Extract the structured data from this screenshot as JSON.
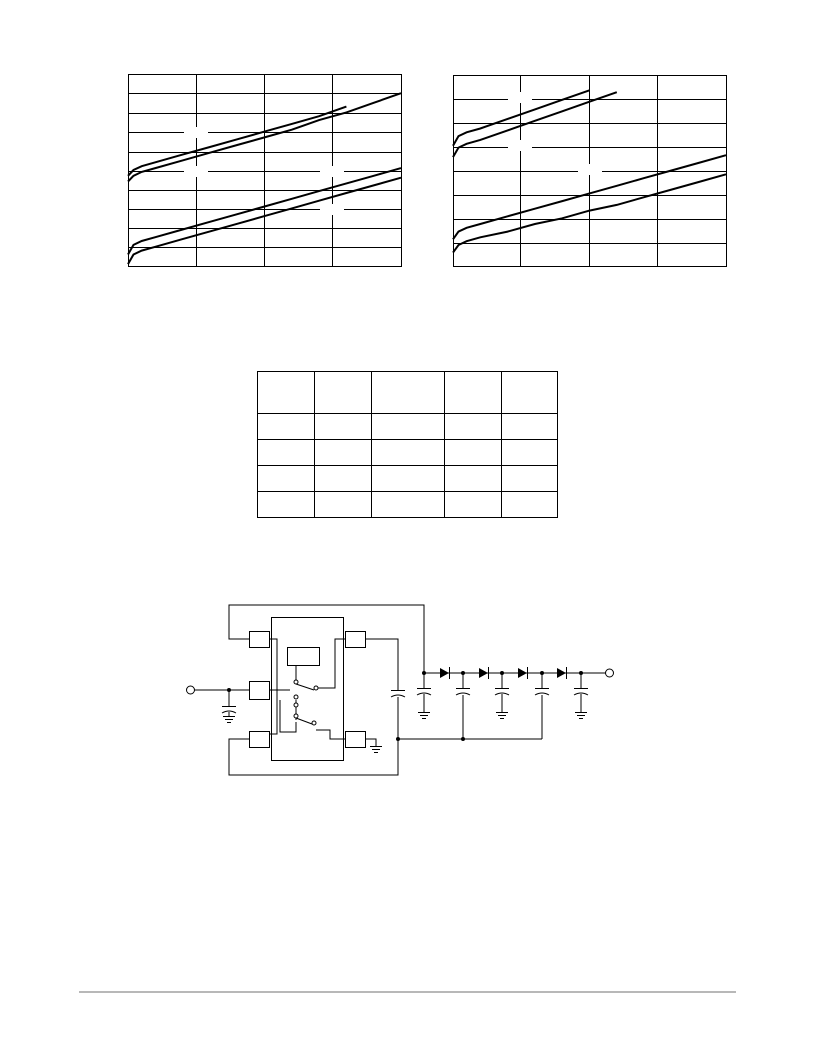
{
  "chart_data": [
    {
      "type": "line",
      "title": "",
      "xlabel": "",
      "ylabel": "",
      "x": [
        0,
        0.02,
        0.05,
        0.1,
        0.2,
        0.3,
        0.4,
        0.5,
        0.6,
        0.7,
        0.8,
        0.9,
        1.0
      ],
      "xlim": [
        0,
        1
      ],
      "ylim": [
        0,
        1
      ],
      "grid": true,
      "series": [
        {
          "values": [
            0.47,
            0.5,
            0.52,
            0.54,
            0.58,
            0.62,
            0.66,
            0.7,
            0.74,
            0.78,
            0.83,
            null,
            null
          ]
        },
        {
          "values": [
            0.44,
            0.47,
            0.49,
            0.51,
            0.55,
            0.59,
            0.63,
            0.67,
            0.71,
            0.76,
            0.8,
            0.85,
            0.9
          ]
        },
        {
          "values": [
            0.06,
            0.11,
            0.13,
            0.15,
            0.19,
            0.23,
            0.27,
            0.31,
            0.35,
            0.39,
            0.43,
            0.47,
            0.51
          ]
        },
        {
          "values": [
            0.01,
            0.06,
            0.08,
            0.1,
            0.14,
            0.18,
            0.22,
            0.26,
            0.3,
            0.34,
            0.38,
            0.42,
            0.46
          ]
        }
      ]
    },
    {
      "type": "line",
      "title": "",
      "xlabel": "",
      "ylabel": "",
      "x": [
        0,
        0.02,
        0.05,
        0.1,
        0.2,
        0.3,
        0.4,
        0.5,
        0.6,
        0.7,
        0.8,
        0.9,
        1.0
      ],
      "xlim": [
        0,
        1
      ],
      "ylim": [
        0,
        1
      ],
      "grid": true,
      "series": [
        {
          "values": [
            0.63,
            0.68,
            0.7,
            0.72,
            0.77,
            0.82,
            0.87,
            0.92,
            null,
            null,
            null,
            null,
            null
          ]
        },
        {
          "values": [
            0.57,
            0.62,
            0.64,
            0.66,
            0.71,
            0.76,
            0.81,
            0.86,
            0.91,
            null,
            null,
            null,
            null
          ]
        },
        {
          "values": [
            0.14,
            0.18,
            0.2,
            0.22,
            0.26,
            0.3,
            0.34,
            0.38,
            0.42,
            0.46,
            0.5,
            0.54,
            0.58
          ]
        },
        {
          "values": [
            0.07,
            0.11,
            0.13,
            0.15,
            0.18,
            0.22,
            0.25,
            0.29,
            0.32,
            0.36,
            0.4,
            0.44,
            0.48
          ]
        }
      ]
    }
  ],
  "table": {
    "rows": [
      [
        "",
        "",
        "",
        "",
        ""
      ],
      [
        "",
        "",
        "",
        "",
        ""
      ],
      [
        "",
        "",
        "",
        "",
        ""
      ],
      [
        "",
        "",
        "",
        "",
        ""
      ],
      [
        "",
        "",
        "",
        "",
        ""
      ]
    ]
  },
  "circuit": {
    "components": [
      "ic-package",
      "input-terminal",
      "output-terminal",
      "diode",
      "diode",
      "diode",
      "diode",
      "capacitor",
      "capacitor",
      "capacitor",
      "capacitor",
      "capacitor",
      "capacitor",
      "capacitor",
      "ground",
      "ground",
      "ground",
      "ground",
      "ground"
    ]
  }
}
